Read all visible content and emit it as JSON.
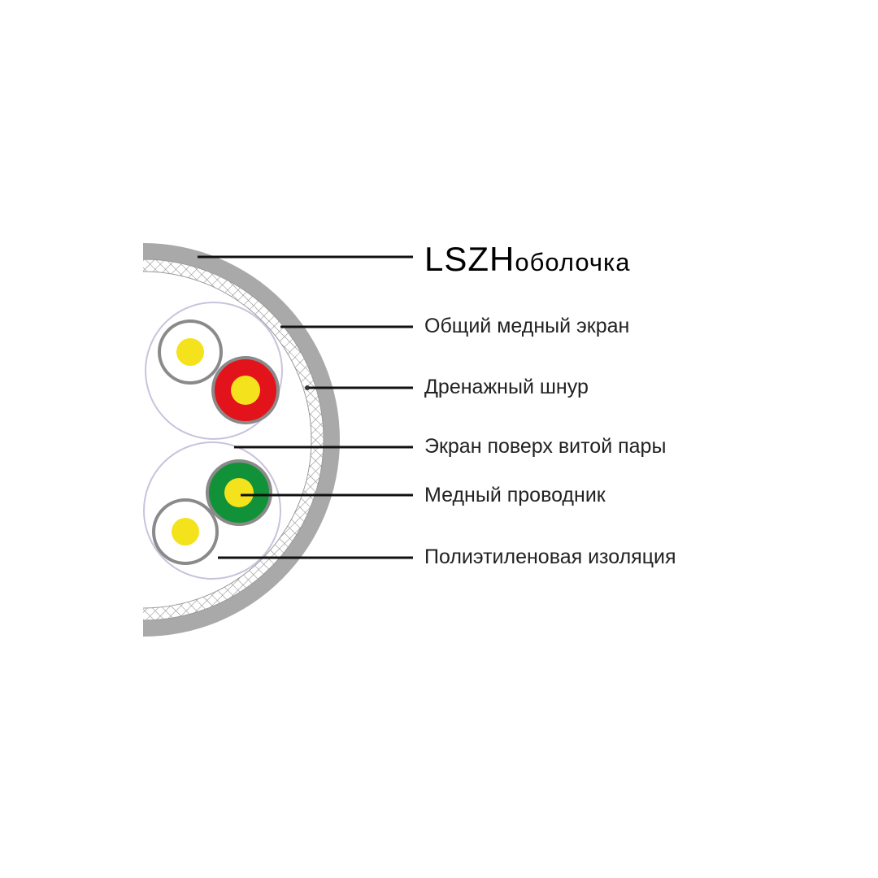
{
  "labels": {
    "jacket_main": "LSZH",
    "jacket_rest": "оболочка",
    "overall_screen": "Общий медный экран",
    "drain_wire": "Дренажный шнур",
    "pair_screen": "Экран поверх витой пары",
    "copper_conductor": "Медный проводник",
    "insulation": "Полиэтиленовая изоляция"
  },
  "colors": {
    "jacket": "#a9a9a9",
    "braid": "#8c8c8c",
    "pair_foil": "#c9c3dc",
    "insulation_white": "#ffffff",
    "insulation_ring": "#8a8a8a",
    "insulation_red": "#e3131b",
    "insulation_green": "#129238",
    "conductor": "#f4e21c",
    "leader": "#111111"
  }
}
